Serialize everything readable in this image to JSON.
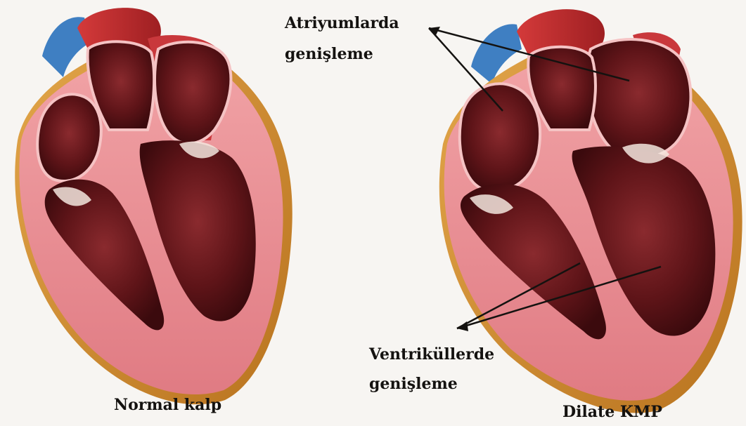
{
  "annotations": {
    "atria_line1": "Atriyumlarda",
    "atria_line2": "genişleme",
    "ventricle_line1": "Ventriküllerde",
    "ventricle_line2": "genişleme"
  },
  "captions": {
    "left": "Normal kalp",
    "right": "Dilate KMP"
  },
  "colors": {
    "background": "#f7f5f2",
    "muscle_outer": "#e8878d",
    "muscle_inner": "#d96a75",
    "chamber": "#5e1418",
    "vessel_red": "#b8282c",
    "vessel_blue": "#3f7fc2",
    "fat": "#d08a2e"
  }
}
